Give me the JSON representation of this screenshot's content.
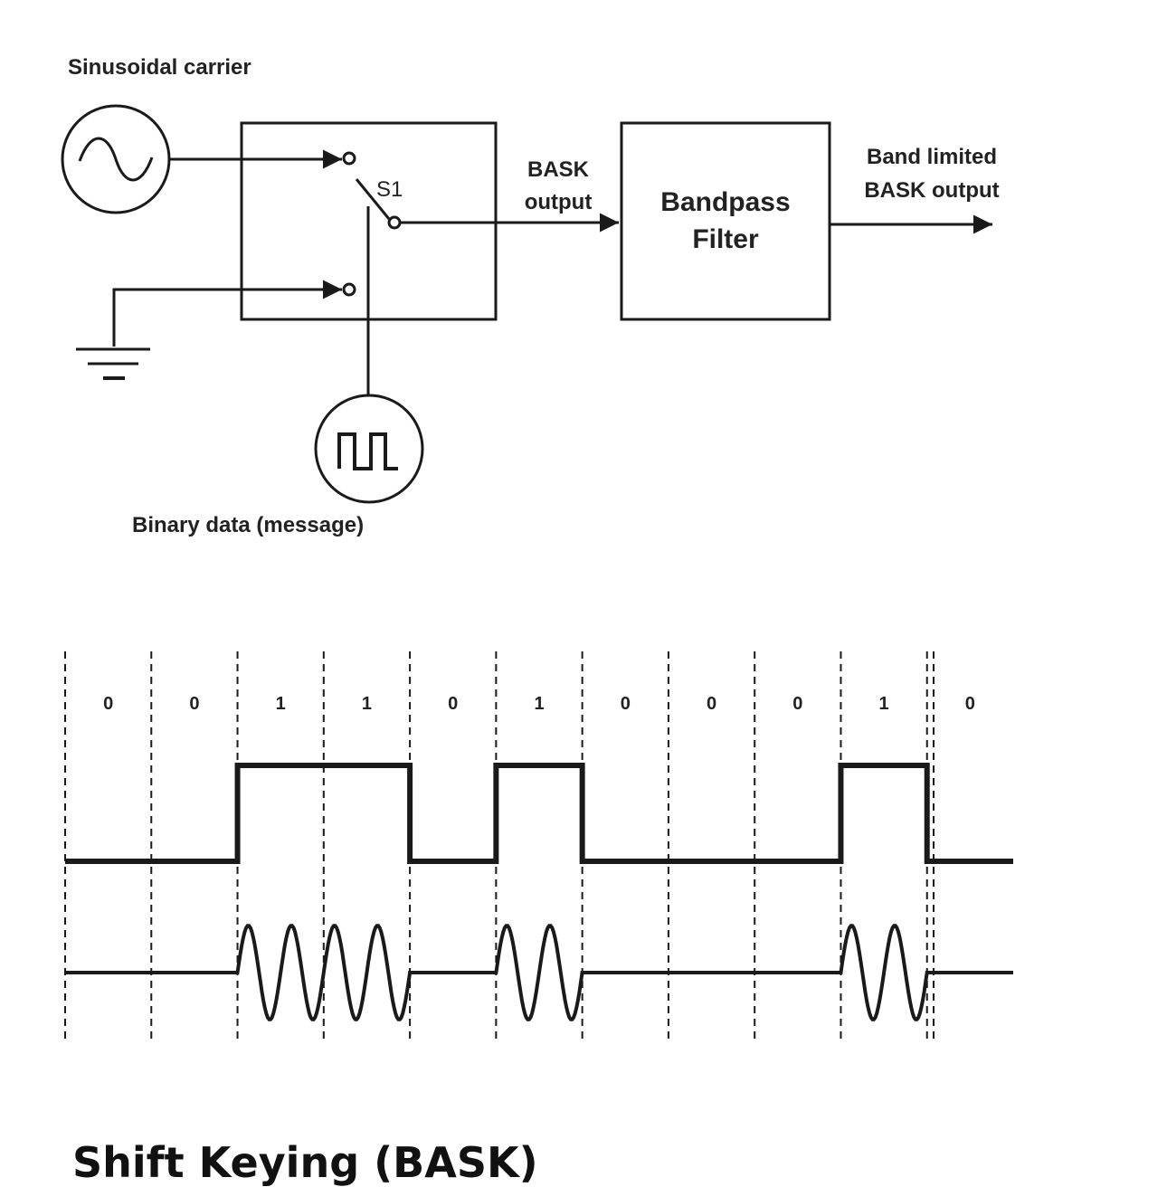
{
  "diagram": {
    "labels": {
      "carrier": "Sinusoidal carrier",
      "switch": "S1",
      "bask_output_1": "BASK",
      "bask_output_2": "output",
      "filter_1": "Bandpass",
      "filter_2": "Filter",
      "band_limited_1": "Band limited",
      "band_limited_2": "BASK output",
      "binary_data": "Binary data (message)"
    }
  },
  "timing": {
    "bits": [
      "0",
      "0",
      "1",
      "1",
      "0",
      "1",
      "0",
      "0",
      "0",
      "1",
      "0"
    ]
  },
  "caption": "Shift Keying (BASK)"
}
